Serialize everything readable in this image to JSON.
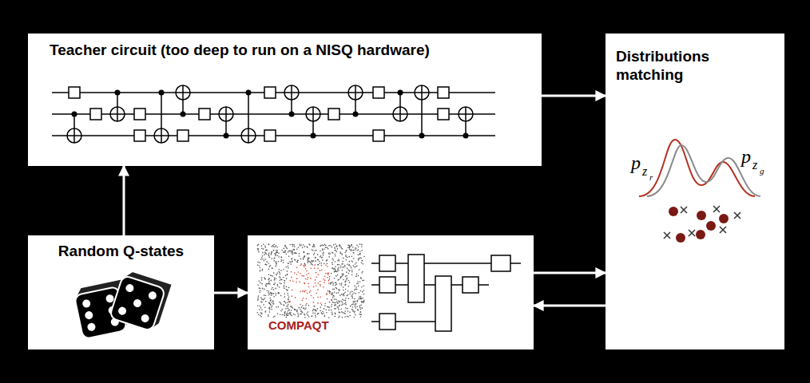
{
  "diagram": {
    "nodes": [
      {
        "text": [
          "Teacher circuit (too deep to run on a NISQ hardware)"
        ]
      },
      {
        "text": [
          "Distributions matching"
        ]
      },
      {
        "text": [
          "Random Q-states"
        ]
      },
      {
        "text": [
          "COMPAQT"
        ]
      }
    ],
    "edges": [
      {
        "from": 2,
        "to": 0,
        "arrow": "to"
      },
      {
        "from": 2,
        "to": 3,
        "arrow": "to"
      },
      {
        "from": 0,
        "to": 1,
        "arrow": "to"
      },
      {
        "from": 3,
        "to": 1,
        "arrow": "to"
      },
      {
        "from": 1,
        "to": 3,
        "arrow": "to"
      }
    ],
    "labels": [
      "p",
      "z",
      "r",
      "p",
      "z",
      "g"
    ]
  }
}
